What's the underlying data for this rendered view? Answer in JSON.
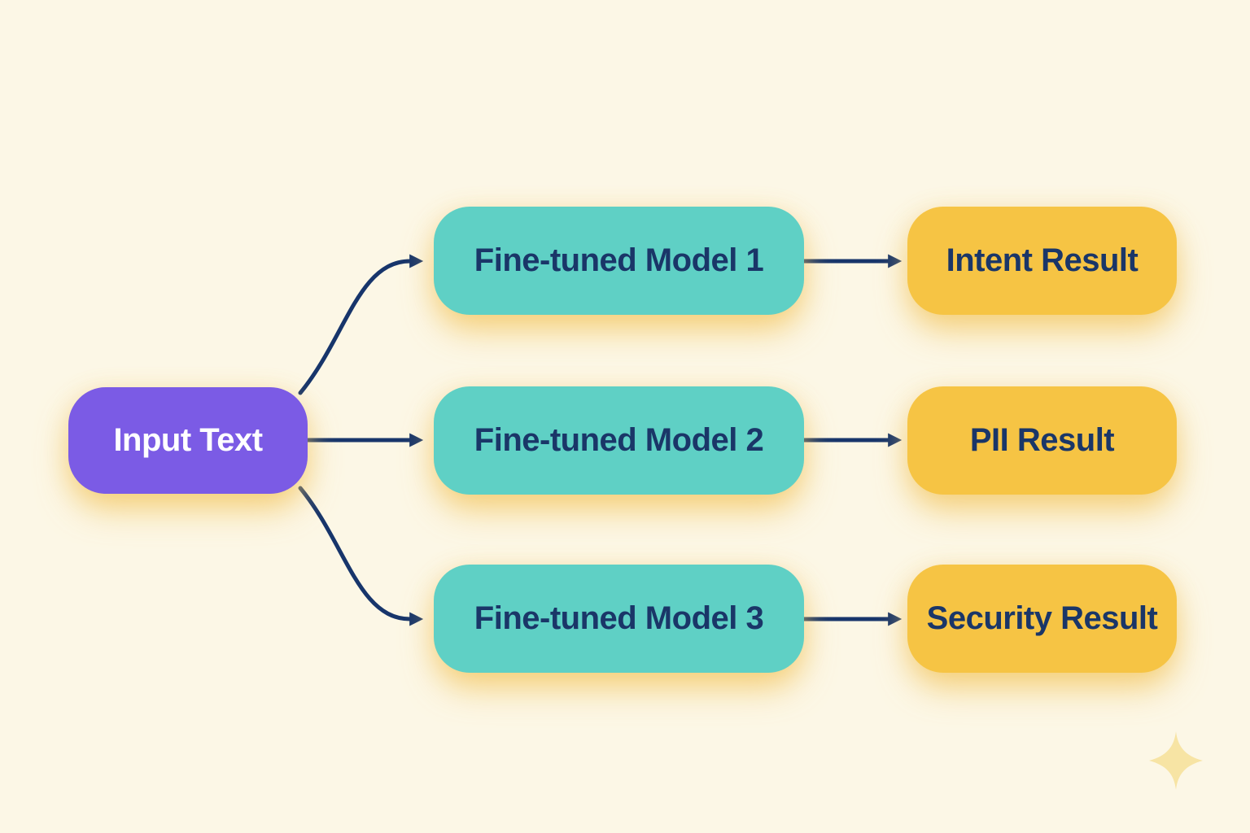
{
  "diagram_type": "flowchart",
  "nodes": {
    "input": {
      "id": "input",
      "label": "Input Text",
      "fill": "#7B5BE5",
      "text_color": "#FFFFFF"
    },
    "models": [
      {
        "id": "model-1",
        "label": "Fine-tuned Model 1",
        "fill": "#5FD0C5"
      },
      {
        "id": "model-2",
        "label": "Fine-tuned Model 2",
        "fill": "#5FD0C5"
      },
      {
        "id": "model-3",
        "label": "Fine-tuned Model 3",
        "fill": "#5FD0C5"
      }
    ],
    "results": [
      {
        "id": "result-intent",
        "label": "Intent Result",
        "fill": "#F6C444"
      },
      {
        "id": "result-pii",
        "label": "PII Result",
        "fill": "#F6C444"
      },
      {
        "id": "result-security",
        "label": "Security Result",
        "fill": "#F6C444"
      }
    ]
  },
  "edges": [
    {
      "from": "input",
      "to": "model-1"
    },
    {
      "from": "input",
      "to": "model-2"
    },
    {
      "from": "input",
      "to": "model-3"
    },
    {
      "from": "model-1",
      "to": "result-intent"
    },
    {
      "from": "model-2",
      "to": "result-pii"
    },
    {
      "from": "model-3",
      "to": "result-security"
    }
  ],
  "colors": {
    "background": "#FCF7E6",
    "arrow": "#17356B",
    "node_text_dark": "#1A3668",
    "node_text_light": "#FFFFFF",
    "glow": "#F3C55E",
    "sparkle": "#F7E4A4"
  },
  "decorations": {
    "sparkle_icon": "four-point-star"
  }
}
